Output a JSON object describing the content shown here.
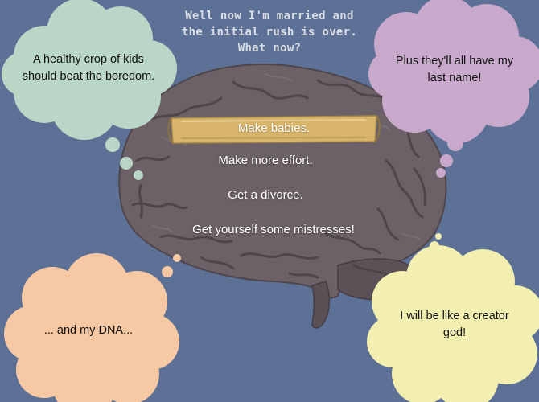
{
  "title": {
    "line1": "Well now I'm married and",
    "line2": "the initial rush is over.",
    "line3": "What now?"
  },
  "options": [
    {
      "label": "Make babies.",
      "selected": true
    },
    {
      "label": "Make more effort.",
      "selected": false
    },
    {
      "label": "Get a divorce.",
      "selected": false
    },
    {
      "label": "Get yourself some mistresses!",
      "selected": false
    }
  ],
  "thoughts": {
    "top_left": "A healthy crop of kids should beat the boredom.",
    "top_right": "Plus they'll all have my last name!",
    "bottom_left": "... and my DNA...",
    "bottom_right": "I will be like a creator god!"
  },
  "colors": {
    "background": "#5d7196",
    "cloud_teal": "#b9d6c7",
    "cloud_purple": "#c8a9cc",
    "cloud_peach": "#f6c9a4",
    "cloud_yellow": "#f2efb0",
    "highlight": "#d7b46a"
  }
}
